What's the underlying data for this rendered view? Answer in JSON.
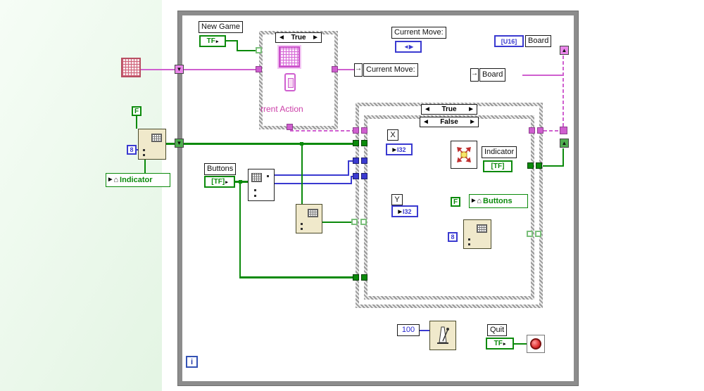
{
  "glyphs": {
    "left": "◄",
    "right": "►",
    "up": "▲",
    "down": "▼",
    "play": "▶",
    "tri": "▸",
    "house": "⌂",
    "into": "→",
    "pair": "◄▶"
  },
  "loop": {
    "iteration": "i"
  },
  "cases": {
    "action": {
      "selector": "True",
      "caption": "rrent Action"
    },
    "outer": {
      "selector": "True"
    },
    "inner": {
      "selector": "False"
    }
  },
  "controls": {
    "new_game": {
      "label": "New Game"
    },
    "buttons": {
      "label": "Buttons"
    },
    "quit": {
      "label": "Quit"
    },
    "current_move": {
      "label": "Current Move:"
    },
    "board": {
      "label": "Board"
    }
  },
  "locals": {
    "current_move": {
      "label": "Current Move:"
    },
    "board": {
      "label": "Board"
    }
  },
  "indicators": {
    "x": {
      "label": "X"
    },
    "y": {
      "label": "Y"
    },
    "indicator": {
      "label": "Indicator"
    }
  },
  "refs": {
    "indicator": {
      "label": "Indicator"
    },
    "buttons": {
      "label": "Buttons"
    }
  },
  "constants": {
    "f": "F",
    "eight": "8",
    "wait": "100"
  },
  "types": {
    "tf": "TF",
    "tf_array": "[TF]",
    "i32": "I32",
    "u16": "[U16]"
  },
  "colors": {
    "bool_green": "#0b8a0b",
    "int_blue": "#3a3ad0",
    "wire_pink": "#cf5fcf",
    "loop_gray": "#8c8c8c"
  }
}
